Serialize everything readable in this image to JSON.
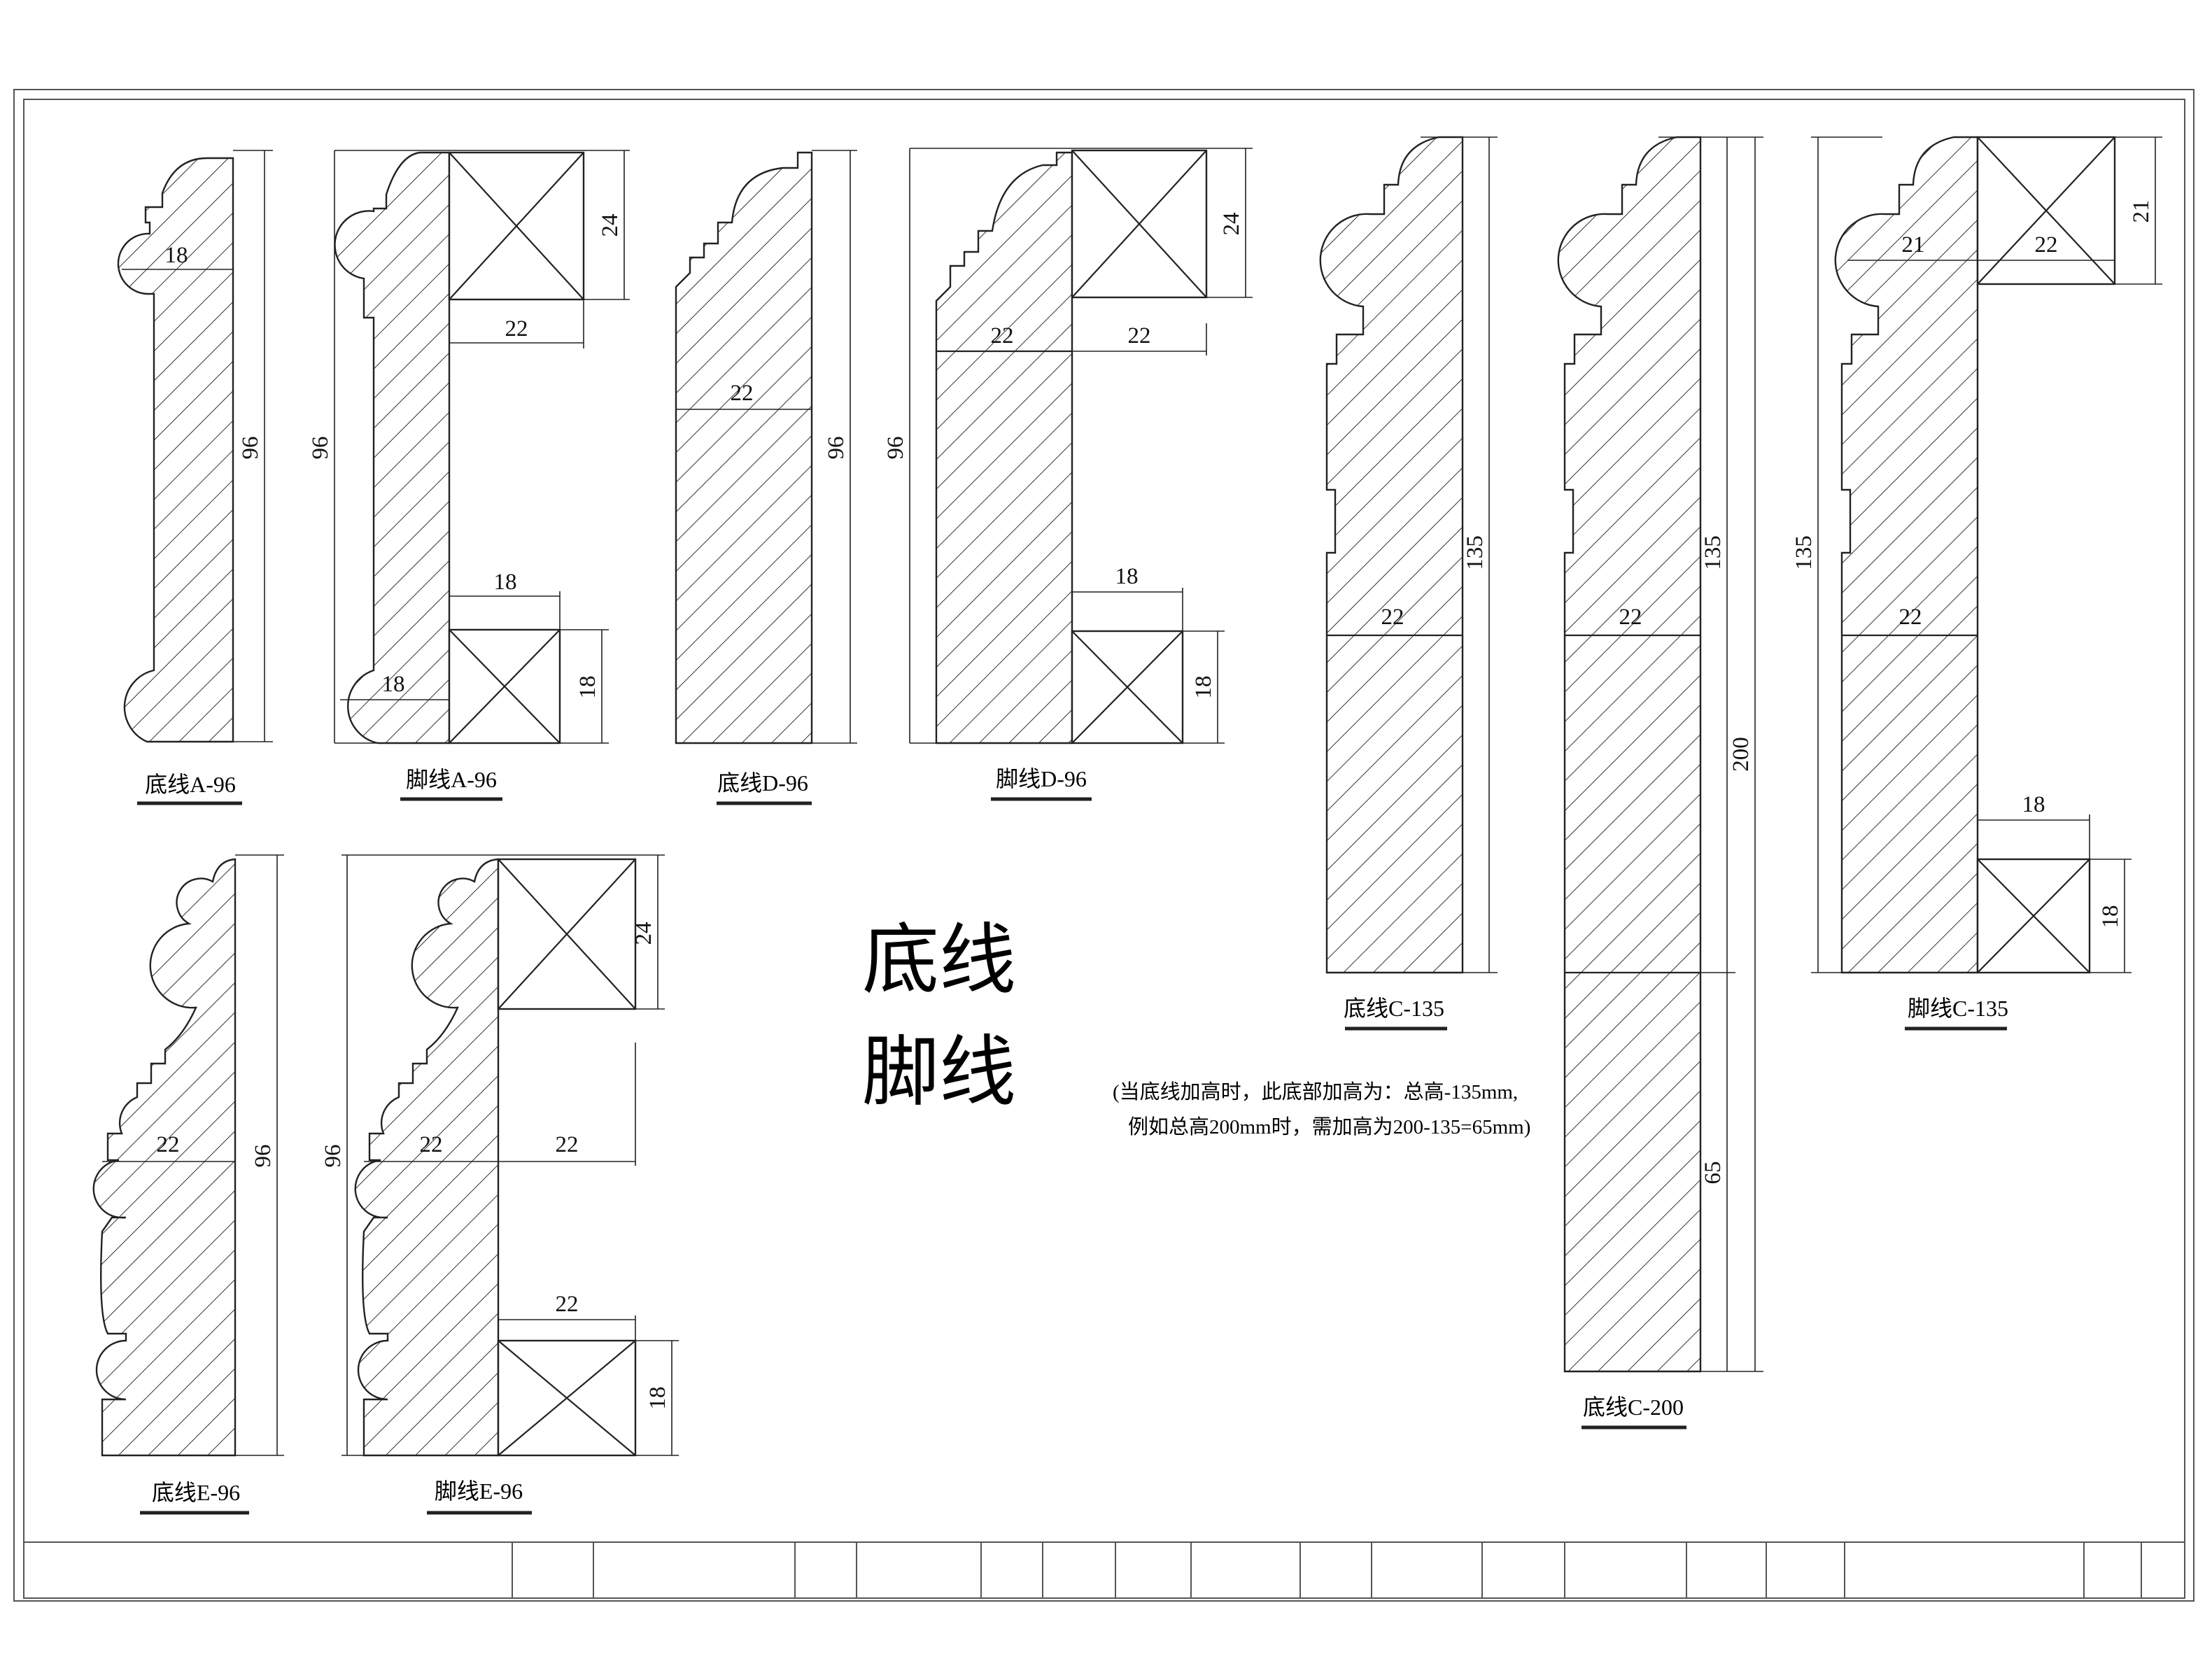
{
  "title": {
    "line1": "底线",
    "line2": "脚线"
  },
  "note": {
    "line1": "(当底线加高时，此底部加高为：总高-135mm,",
    "line2": "例如总高200mm时，需加高为200-135=65mm)"
  },
  "captions": {
    "a_base": "底线A-96",
    "a_skirt": "脚线A-96",
    "d_base": "底线D-96",
    "d_skirt": "脚线D-96",
    "c_base135": "底线C-135",
    "c_base200": "底线C-200",
    "c_skirt135": "脚线C-135",
    "e_base": "底线E-96",
    "e_skirt": "脚线E-96"
  },
  "dims": {
    "a_base_w": "18",
    "a_base_h": "96",
    "a_skirt_h": "96",
    "a_skirt_top": "24",
    "a_skirt_gap": "22",
    "a_skirt_boxw": "18",
    "a_skirt_boxh": "18",
    "a_skirt_base": "18",
    "d_base_w": "22",
    "d_base_h": "96",
    "d_skirt_h": "96",
    "d_skirt_top": "24",
    "d_skirt_w1": "22",
    "d_skirt_w2": "22",
    "d_skirt_boxw": "18",
    "d_skirt_boxh": "18",
    "c135_w": "22",
    "c135_h": "135",
    "c200_w": "22",
    "c200_h1": "135",
    "c200_h": "200",
    "c200_h2": "65",
    "cs_h": "135",
    "cs_w1": "21",
    "cs_w2": "22",
    "cs_top": "21",
    "cs_w3": "22",
    "cs_boxw": "18",
    "cs_boxh": "18",
    "e_base_w": "22",
    "e_base_h": "96",
    "e_skirt_h": "96",
    "e_skirt_top": "24",
    "e_skirt_w1": "22",
    "e_skirt_w2": "22",
    "e_skirt_boxw": "22",
    "e_skirt_boxh": "18"
  }
}
